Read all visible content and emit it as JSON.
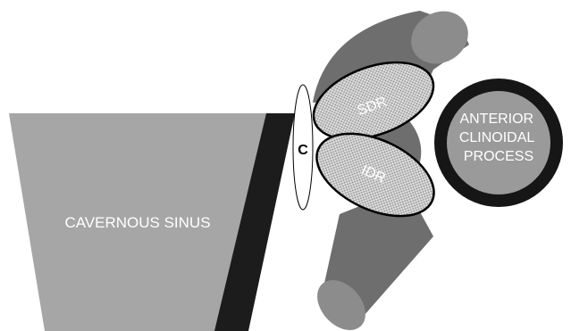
{
  "labels": {
    "cavernous_sinus": "CAVERNOUS SINUS",
    "anterior_clinoidal_process": [
      "ANTERIOR",
      "CLINOIDAL",
      "PROCESS"
    ],
    "sdr": "SDR",
    "idr": "IDR",
    "c": "C"
  },
  "colors": {
    "sinus_fill": "#a6a6a6",
    "sinus_wall": "#1c1c1c",
    "artery": "#6e6e6e",
    "artery_end": "#8c8c8c",
    "ring_fill": "#9a9a9a",
    "ring_border": "#161616",
    "stipple_base": "#c8c8c8",
    "stipple_dot": "#ffffff",
    "outline": "#000000",
    "label_text": "#ffffff"
  }
}
